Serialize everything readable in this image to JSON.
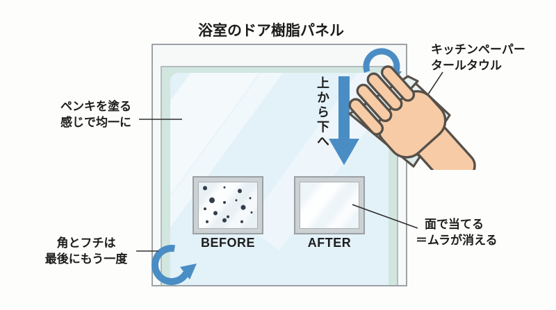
{
  "title": "浴室のドア樹脂パネル",
  "annotations": {
    "paint": {
      "line1": "ペンキを塗る",
      "line2": "感じで均一に"
    },
    "corners": {
      "line1": "角とフチは",
      "line2": "最後にもう一度"
    },
    "kitchen": {
      "line1": "キッチンペーパー",
      "line2": "タールタウル"
    },
    "surface": {
      "line1": "面で当てる",
      "line2": "＝ムラが消える"
    },
    "direction": "上から下へ"
  },
  "panels": {
    "before_label": "BEFORE",
    "after_label": "AFTER",
    "before_dots": [
      [
        9,
        8,
        3
      ],
      [
        37,
        7,
        1.5
      ],
      [
        59,
        12,
        3
      ],
      [
        19,
        25,
        4
      ],
      [
        74,
        22,
        1.5
      ],
      [
        37,
        28,
        2
      ],
      [
        54,
        25,
        1.5
      ],
      [
        9,
        37,
        2
      ],
      [
        64,
        35,
        3.5
      ],
      [
        24,
        43,
        3
      ],
      [
        76,
        42,
        1.5
      ],
      [
        42,
        48,
        2
      ],
      [
        12,
        55,
        2
      ],
      [
        37,
        53,
        3
      ],
      [
        62,
        55,
        2
      ]
    ]
  },
  "icons": {
    "rotate_top": "rotate-cw-arrow",
    "rotate_bottom": "rotate-cw-arrow",
    "down_arrow": "down-arrow",
    "hand_towel": "hand-wiping-with-paper-towel"
  },
  "colors": {
    "arrow": "#4a8dc5",
    "panel": "#e3f1f8",
    "glass": "#d2e6e0",
    "frame_line": "#9ba1a5",
    "frame_fill": "#f7f9f9",
    "mini_frame": "#ccd1d3",
    "dot": "#333e4c",
    "hand": "#f6cba5",
    "towel": "#e7f2f1",
    "outline": "#565049",
    "text": "#1c1c1c",
    "background": "#fdfdfb"
  }
}
